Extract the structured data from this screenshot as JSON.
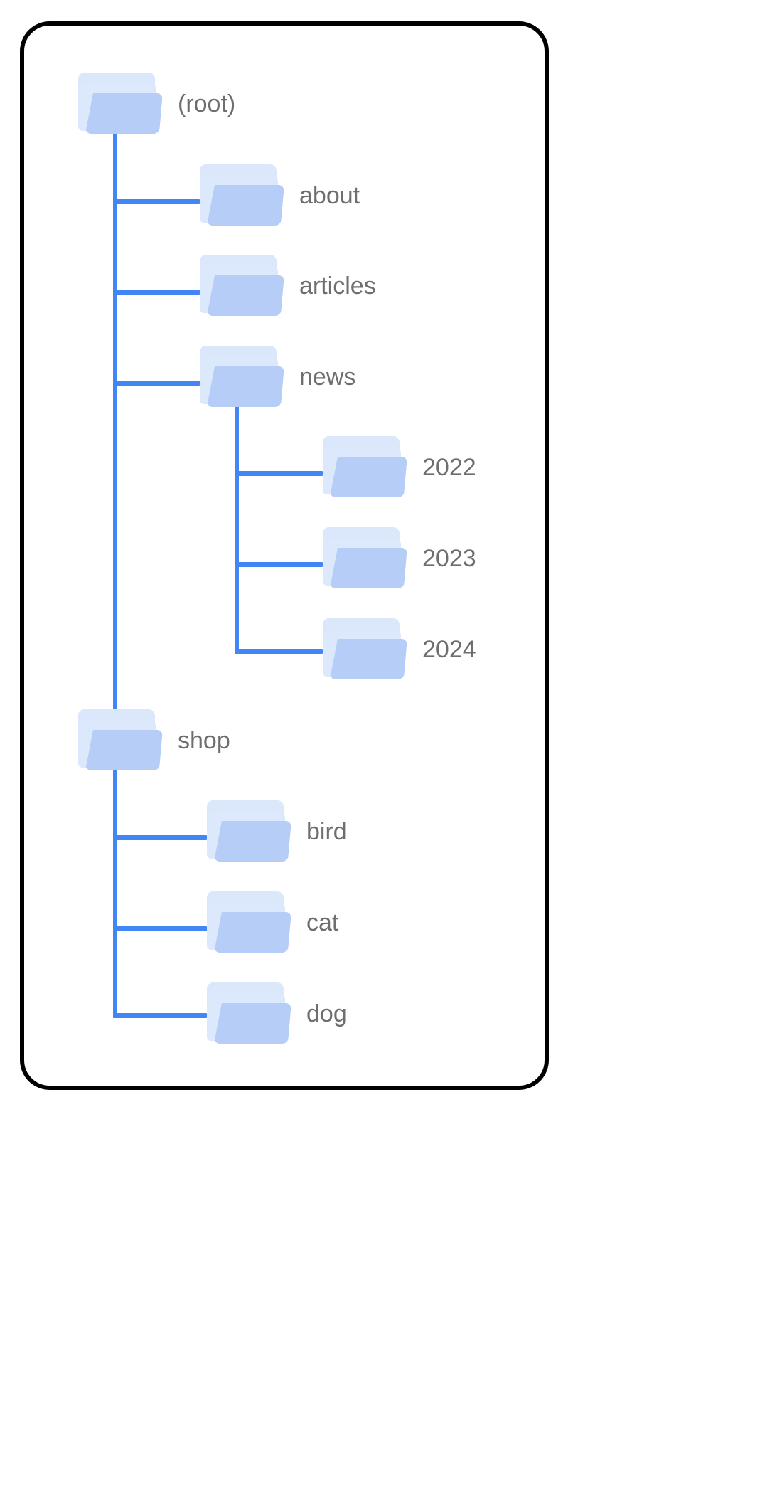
{
  "diagram": {
    "title": "folder-tree",
    "colors": {
      "frame_border": "#000000",
      "connector": "#4285f4",
      "folder_back": "#dce8fb",
      "folder_front": "#b5cdf7",
      "label_text": "#6e6e6e",
      "background": "#ffffff"
    },
    "nodes": [
      {
        "id": "root",
        "label": "(root)",
        "depth": 0,
        "icon": "folder-icon"
      },
      {
        "id": "about",
        "label": "about",
        "depth": 1,
        "icon": "folder-icon"
      },
      {
        "id": "articles",
        "label": "articles",
        "depth": 1,
        "icon": "folder-icon"
      },
      {
        "id": "news",
        "label": "news",
        "depth": 1,
        "icon": "folder-icon"
      },
      {
        "id": "2022",
        "label": "2022",
        "depth": 2,
        "icon": "folder-icon"
      },
      {
        "id": "2023",
        "label": "2023",
        "depth": 2,
        "icon": "folder-icon"
      },
      {
        "id": "2024",
        "label": "2024",
        "depth": 2,
        "icon": "folder-icon"
      },
      {
        "id": "shop",
        "label": "shop",
        "depth": 0,
        "icon": "folder-icon"
      },
      {
        "id": "bird",
        "label": "bird",
        "depth": 1,
        "icon": "folder-icon"
      },
      {
        "id": "cat",
        "label": "cat",
        "depth": 1,
        "icon": "folder-icon"
      },
      {
        "id": "dog",
        "label": "dog",
        "depth": 1,
        "icon": "folder-icon"
      }
    ]
  }
}
